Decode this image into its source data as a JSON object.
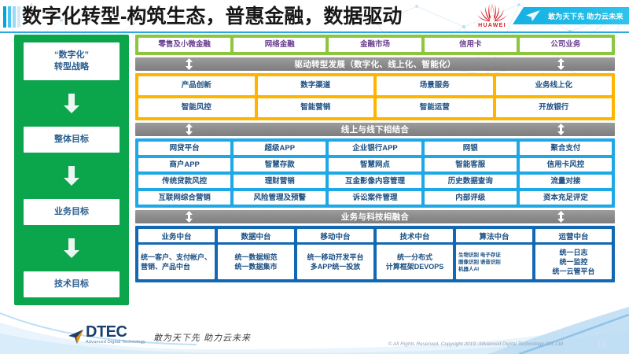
{
  "header": {
    "title": "数字化转型-构筑生态，普惠金融，数据驱动",
    "brand": "HUAWEI",
    "ribbon_text": "敢为天下先 助力云未来"
  },
  "strategy": {
    "steps": [
      {
        "label": "“数字化”\n转型战略"
      },
      {
        "label": "整体目标"
      },
      {
        "label": "业务目标"
      },
      {
        "label": "技术目标"
      }
    ],
    "step_1_line1": "“数字化”",
    "step_1_line2": "转型战略",
    "step_2": "整体目标",
    "step_3": "业务目标",
    "step_4": "技术目标"
  },
  "business_lines": {
    "items": [
      "零售及小微金融",
      "网络金融",
      "金融市场",
      "信用卡",
      "公司业务"
    ]
  },
  "connectors": {
    "drive": "驱动转型发展（数字化、线上化、智能化）",
    "online_offline": "线上与线下相结合",
    "business_tech": "业务与科技相融合"
  },
  "overall_goals": {
    "row1": [
      "产品创新",
      "数字渠道",
      "场景服务",
      "业务线上化"
    ],
    "row2": [
      "智能风控",
      "智能营销",
      "智能运营",
      "开放银行"
    ]
  },
  "business_goals": {
    "row1": [
      "网贷平台",
      "超级APP",
      "企业银行APP",
      "网银",
      "聚合支付"
    ],
    "row2": [
      "商户APP",
      "智慧存款",
      "智慧网点",
      "智能客服",
      "信用卡风控"
    ],
    "row3": [
      "传统贷款风控",
      "理财营销",
      "互金影像内容管理",
      "历史数据查询",
      "流量对接"
    ],
    "row4": [
      "互联网综合营销",
      "风险管理及预警",
      "诉讼案件管理",
      "内部评级",
      "资本充足评定"
    ]
  },
  "tech_goals": {
    "columns": [
      {
        "head": "业务中台",
        "body": "统一客户、支付帐户、营销、产品中台"
      },
      {
        "head": "数据中台",
        "body": "统一数据规范\n统一数据集市"
      },
      {
        "head": "移动中台",
        "body": "统一移动开发平台\n多APP统一投放"
      },
      {
        "head": "技术中台",
        "body": "统一分布式\n计算框架DEVOPS"
      },
      {
        "head": "算法中台",
        "body": "生物识别 电子存证\n图像识别 语音识别\n机器人AI"
      },
      {
        "head": "运营中台",
        "body": "统一日志\n统一监控\n统一云管平台"
      }
    ],
    "c0_head": "业务中台",
    "c0_body": "统一客户、支付帐户、营销、产品中台",
    "c1_head": "数据中台",
    "c1_body_l1": "统一数据规范",
    "c1_body_l2": "统一数据集市",
    "c2_head": "移动中台",
    "c2_body_l1": "统一移动开发平台",
    "c2_body_l2": "多APP统一投放",
    "c3_head": "技术中台",
    "c3_body_l1": "统一分布式",
    "c3_body_l2": "计算框架DEVOPS",
    "c4_head": "算法中台",
    "c4_body_l1": "生物识别 电子存证",
    "c4_body_l2": "图像识别 语音识别",
    "c4_body_l3": "机器人AI",
    "c5_head": "运营中台",
    "c5_body_l1": "统一日志",
    "c5_body_l2": "统一监控",
    "c5_body_l3": "统一云管平台"
  },
  "footer": {
    "logo_name": "DTEC",
    "logo_sub": "Advanced Digital Technology",
    "slogan": "敢为天下先  助力云未来",
    "copyright": "© All Rights Reserved. Copyright 2019, Advanced Digital Technology CO.,Ltd",
    "page_number": "10"
  },
  "colors": {
    "green_band": "#8cc63e",
    "orange_band": "#ffb500",
    "blue_band": "#1ea8e6",
    "navy_band": "#1368b3",
    "strategy_green": "#0ba54b",
    "connector_grey": "#8b8b8b",
    "huawei_red": "#d71920",
    "ribbon_cyan": "#1fbbe8",
    "rule_blue": "#2aa8e0"
  }
}
